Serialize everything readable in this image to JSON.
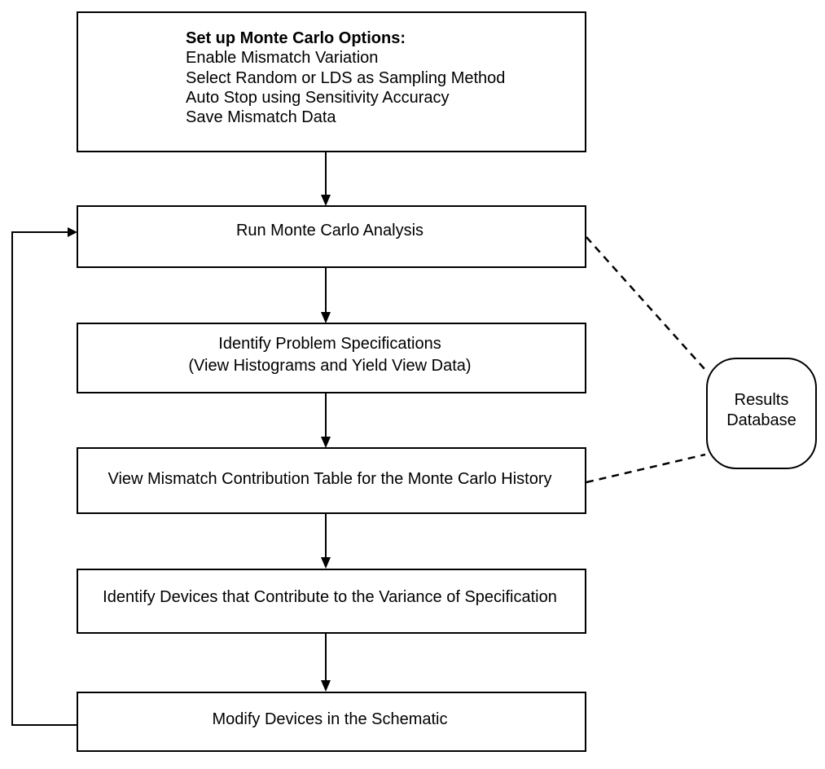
{
  "flowchart": {
    "title_hint": "Monte Carlo mismatch analysis flow",
    "colors": {
      "line": "#000000",
      "box_fill": "#ffffff",
      "background": "#ffffff"
    },
    "setup_box": {
      "heading": "Set up Monte Carlo Options:",
      "options": [
        "Enable Mismatch Variation",
        "Select Random or LDS as Sampling Method",
        "Auto Stop using Sensitivity Accuracy",
        "Save Mismatch Data"
      ]
    },
    "steps": [
      {
        "label": "Run Monte Carlo Analysis"
      },
      {
        "line1": "Identify Problem Specifications",
        "line2": "(View Histograms and Yield View Data)"
      },
      {
        "label": "View Mismatch Contribution Table for the Monte Carlo History"
      },
      {
        "label": "Identify Devices that Contribute to the Variance of Specification"
      },
      {
        "label": "Modify Devices in the Schematic"
      }
    ],
    "database": {
      "line1": "Results",
      "line2": "Database"
    }
  }
}
